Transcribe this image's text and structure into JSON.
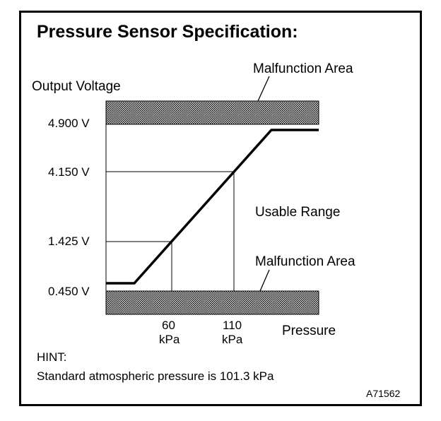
{
  "title": "Pressure Sensor Specification:",
  "chart_data": {
    "type": "line",
    "ylabel": "Output Voltage",
    "xlabel": "Pressure",
    "y_ticks": [
      "4.900 V",
      "4.150 V",
      "1.425 V",
      "0.450 V"
    ],
    "x_ticks": [
      {
        "value": 60,
        "label": "60",
        "unit": "kPa"
      },
      {
        "value": 110,
        "label": "110",
        "unit": "kPa"
      }
    ],
    "series": [
      {
        "points": [
          {
            "x": 60,
            "y": 1.425
          },
          {
            "x": 110,
            "y": 4.15
          }
        ]
      }
    ],
    "regions": [
      {
        "label": "Malfunction Area",
        "position": "above 4.900 V"
      },
      {
        "label": "Usable Range",
        "position": "between"
      },
      {
        "label": "Malfunction Area",
        "position": "below 0.450 V"
      }
    ]
  },
  "hint": {
    "heading": "HINT:",
    "text": "Standard atmospheric pressure is 101.3 kPa"
  },
  "figure_code": "A71562"
}
